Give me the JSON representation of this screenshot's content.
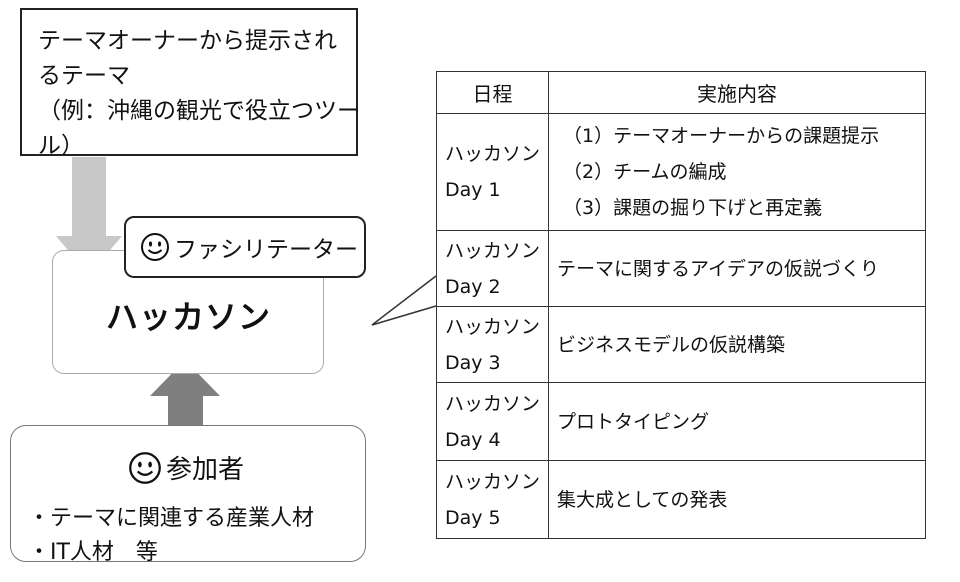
{
  "theme": {
    "lines": [
      "テーマオーナーから提示され",
      "るテーマ",
      "（例：沖縄の観光で役立つツー",
      "ル）"
    ]
  },
  "hackathon": {
    "title": "ハッカソン"
  },
  "facilitator": {
    "label": "ファシリテーター"
  },
  "participants": {
    "label": "参加者",
    "items": [
      "・テーマに関連する産業人材",
      "・IT人材　等"
    ]
  },
  "schedule": {
    "headers": [
      "日程",
      "実施内容"
    ],
    "rows": [
      {
        "day_line1": "ハッカソン",
        "day_line2": "Day 1",
        "contents": [
          "（1）テーマオーナーからの課題提示",
          "（2）チームの編成",
          "（3）課題の掘り下げと再定義"
        ]
      },
      {
        "day_line1": "ハッカソン",
        "day_line2": "Day 2",
        "contents": [
          "テーマに関するアイデアの仮説づくり"
        ]
      },
      {
        "day_line1": "ハッカソン",
        "day_line2": "Day 3",
        "contents": [
          "ビジネスモデルの仮説構築"
        ]
      },
      {
        "day_line1": "ハッカソン",
        "day_line2": "Day 4",
        "contents": [
          "プロトタイピング"
        ]
      },
      {
        "day_line1": "ハッカソン",
        "day_line2": "Day 5",
        "contents": [
          "集大成としての発表"
        ]
      }
    ]
  },
  "colors": {
    "arrow_down": "#c8c8c8",
    "arrow_up": "#7f7f7f",
    "border": "#222222"
  }
}
